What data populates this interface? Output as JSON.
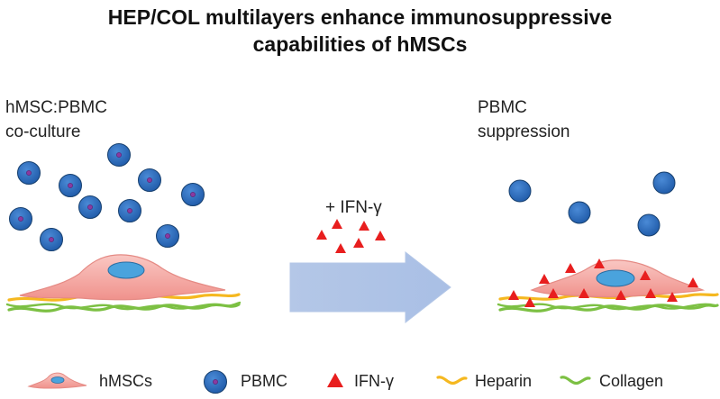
{
  "title": {
    "line1": "HEP/COL multilayers enhance immunosuppressive",
    "line2": "capabilities of hMSCs"
  },
  "left_panel": {
    "label_line1": "hMSC:PBMC",
    "label_line2": "co-culture"
  },
  "arrow": {
    "label": "+ IFN-γ"
  },
  "right_panel": {
    "label_line1": "PBMC",
    "label_line2": "suppression"
  },
  "legend": [
    {
      "icon": "hmsc-cell-icon",
      "label": "hMSCs"
    },
    {
      "icon": "pbmc-cell-icon",
      "label": "PBMC"
    },
    {
      "icon": "ifn-gamma-triangle-icon",
      "label": "IFN-γ"
    },
    {
      "icon": "heparin-strand-icon",
      "label": "Heparin"
    },
    {
      "icon": "collagen-strand-icon",
      "label": "Collagen"
    }
  ],
  "colors": {
    "pbmc_fill": "#2f6fc4",
    "pbmc_nucleus": "#8a3aa0",
    "hmsc_fill": "#f6b7b3",
    "hmsc_nucleus": "#4aa3dd",
    "ifn": "#e81e1e",
    "heparin": "#f5b820",
    "collagen": "#7cc043",
    "arrow": "#b4c7e7"
  }
}
